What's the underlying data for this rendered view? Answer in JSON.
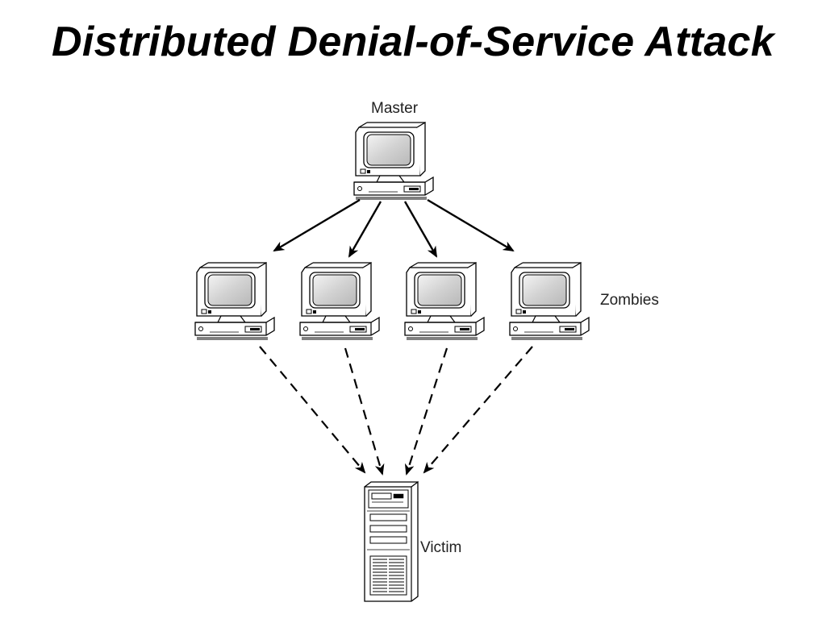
{
  "slide": {
    "title": "Distributed Denial-of-Service Attack"
  },
  "diagram": {
    "master": {
      "label": "Master",
      "icon": "desktop-computer-icon"
    },
    "zombies": {
      "label": "Zombies",
      "count": 4,
      "icon": "desktop-computer-icon"
    },
    "victim": {
      "label": "Victim",
      "icon": "server-tower-icon"
    },
    "connections": {
      "master_to_zombies": "solid-arrow",
      "zombies_to_victim": "dashed-arrow"
    },
    "colors": {
      "line": "#000000",
      "screen": "#d8d8d8",
      "body": "#ffffff"
    }
  }
}
